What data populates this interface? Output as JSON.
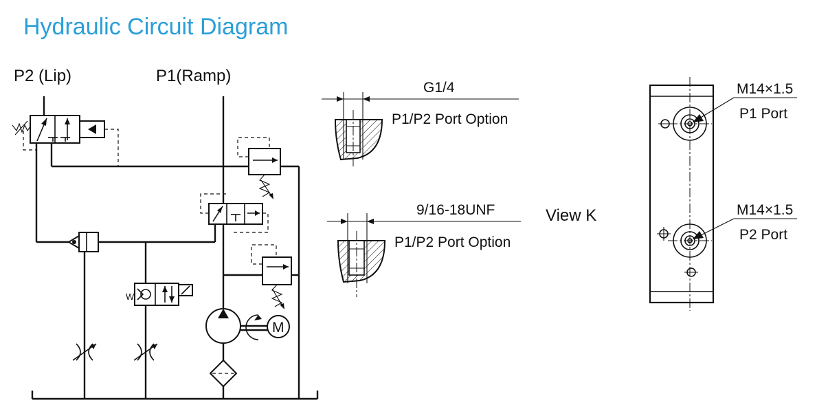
{
  "title": "Hydraulic Circuit Diagram",
  "circuit": {
    "port_p2_label": "P2 (Lip)",
    "port_p1_label": "P1(Ramp)",
    "valve_spring_letter": "W",
    "motor_letter": "M"
  },
  "port_options": {
    "top": {
      "thread": "G1/4",
      "caption": "P1/P2 Port Option"
    },
    "bottom": {
      "thread": "9/16-18UNF",
      "caption": "P1/P2 Port Option"
    }
  },
  "view_k": {
    "label": "View K",
    "p1_thread": "M14×1.5",
    "p1_label": "P1 Port",
    "p2_thread": "M14×1.5",
    "p2_label": "P2 Port"
  }
}
